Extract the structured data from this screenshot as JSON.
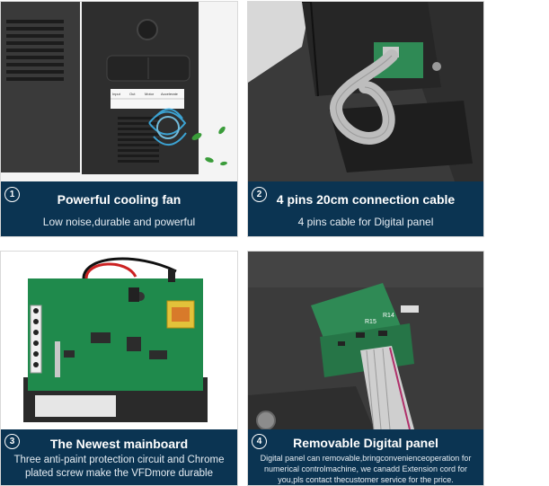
{
  "panels": [
    {
      "number": "1",
      "title": "Powerful cooling fan",
      "subtitle": "Low noise,durable and powerful",
      "label_headers": [
        "Input",
        "Out",
        "Motor",
        "Accelerate"
      ]
    },
    {
      "number": "2",
      "title": "4 pins 20cm connection cable",
      "subtitle": "4 pins cable for Digital panel"
    },
    {
      "number": "3",
      "title": "The Newest mainboard",
      "subtitle_line1": "Three anti-paint protection circuit and Chrome",
      "subtitle_line2": "plated screw make the VFDmore durable"
    },
    {
      "number": "4",
      "title": "Removable Digital panel",
      "subtitle_line1": "Digital panel can removable,bringconvenienceoperation for",
      "subtitle_line2": "numerical controlmachine, we canadd Extension cord for",
      "subtitle_line3": "you,pls contact thecustomer service for the price.",
      "pcb_labels": [
        "R14",
        "R15"
      ]
    }
  ],
  "colors": {
    "caption_bg": "#0b3452",
    "pcb_green": "#1f8a4c",
    "device_black": "#2b2b2b"
  }
}
